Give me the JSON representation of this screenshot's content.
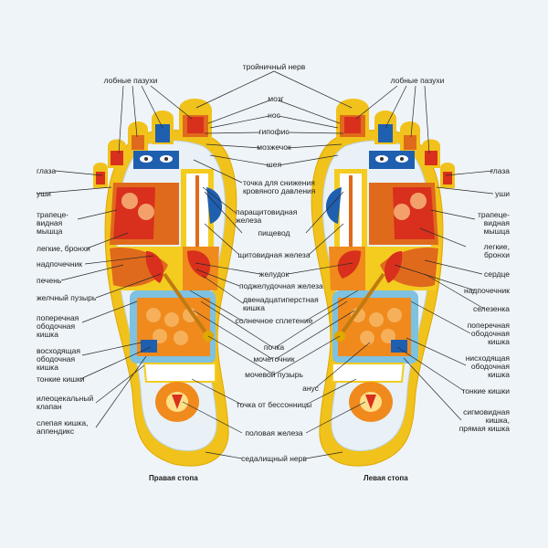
{
  "labels": {
    "trigeminal": "тройничный нерв",
    "brain": "мозг",
    "nose": "нос",
    "pituitary": "гипофис",
    "cerebellum": "мозжечок",
    "neck": "шея",
    "bp_point": "точка для снижения\nкровяного давления",
    "parathyroid": "паращитовидная\nжелеза",
    "esophagus": "пищевод",
    "thyroid": "щитовидная железа",
    "stomach": "желудок",
    "pancreas": "поджелудочная железа",
    "duodenum": "двенадцатиперстная\nкишка",
    "solar": "солнечное сплетение",
    "kidney": "почка",
    "ureter": "мочеточник",
    "bladder": "мочевой пузырь",
    "anus": "анус",
    "insomnia": "точка от бессонницы",
    "gonad": "половая железа",
    "sciatic": "седалищный нерв",
    "sinus_l": "лобные пазухи",
    "eyes_l": "глаза",
    "ears_l": "уши",
    "trapezius_l": "трапеце-\nвидная\nмышца",
    "lungs_l": "легкие, бронхи",
    "adrenal_l": "надпочечник",
    "liver": "печень",
    "gallbladder": "желчный пузырь",
    "transverse_l": "поперечная\nободочная\nкишка",
    "ascending": "восходящая\nободочная\nкишка",
    "small_int_l": "тонкие кишки",
    "ileocecal": "илеоцекальный\nклапан",
    "cecum": "слепая кишка,\nаппендикс",
    "sinus_r": "лобные пазухи",
    "eyes_r": "глаза",
    "ears_r": "уши",
    "trapezius_r": "трапеце-\nвидная\nмышца",
    "lungs_r": "легкие,\nбронхи",
    "heart": "сердце",
    "adrenal_r": "надпочечник",
    "spleen": "селезенка",
    "transverse_r": "поперечная\nободочная\nкишка",
    "descending": "нисходящая\nободочная\nкишка",
    "small_int_r": "тонкие кишки",
    "sigmoid": "сигмовидная\nкишка,\nпрямая кишка"
  },
  "captions": {
    "right_foot": "Правая стопа",
    "left_foot": "Левая стопа"
  },
  "colors": {
    "background": "#eef4f8",
    "foot_outline": "#f1c21b",
    "line": "#2a2a2a",
    "zone_red": "#d8301c",
    "zone_orange": "#f08a1c",
    "zone_blue": "#1f5fb0",
    "zone_yellow": "#f4cc20"
  }
}
